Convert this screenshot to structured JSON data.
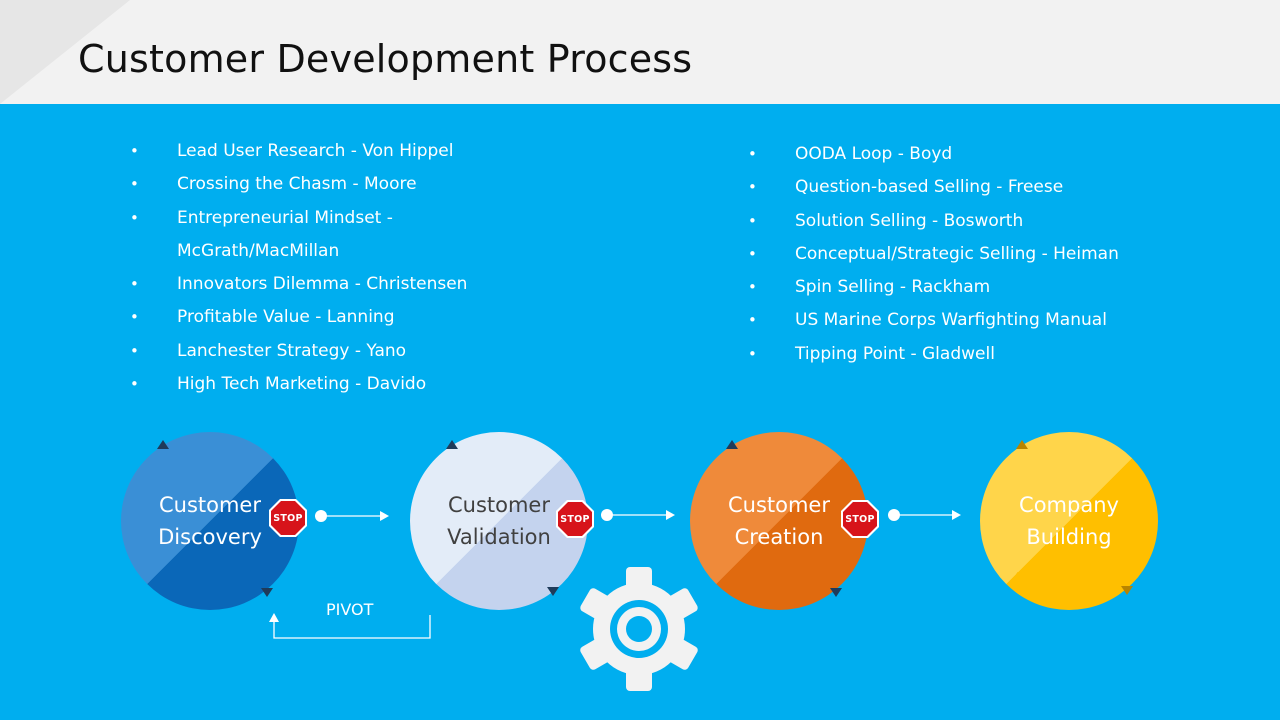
{
  "slide": {
    "title": "Customer Development Process"
  },
  "left_list": [
    {
      "line1": "Lead User Research - Von Hippel",
      "line2": ""
    },
    {
      "line1": "Crossing the Chasm - Moore",
      "line2": ""
    },
    {
      "line1": "Entrepreneurial Mindset -",
      "line2": "McGrath/MacMillan"
    },
    {
      "line1": "Innovators Dilemma - Christensen",
      "line2": ""
    },
    {
      "line1": "Profitable Value - Lanning",
      "line2": ""
    },
    {
      "line1": "Lanchester Strategy - Yano",
      "line2": ""
    },
    {
      "line1": "High Tech Marketing - Davido",
      "line2": ""
    }
  ],
  "right_list": [
    "OODA Loop - Boyd",
    "Question-based Selling - Freese",
    "Solution Selling - Bosworth",
    "Conceptual/Strategic Selling - Heiman",
    "Spin Selling - Rackham",
    "US Marine Corps Warfighting Manual",
    "Tipping Point - Gladwell"
  ],
  "stages": [
    {
      "line1": "Customer",
      "line2": "Discovery"
    },
    {
      "line1": "Customer",
      "line2": "Validation"
    },
    {
      "line1": "Customer",
      "line2": "Creation"
    },
    {
      "line1": "Company",
      "line2": "Building"
    }
  ],
  "stop_sign": {
    "label": "STOP",
    "color": "#d7141a"
  },
  "pivot": {
    "label": "PIVOT"
  },
  "colors": {
    "background": "#00aeef",
    "header": "#f2f2f2",
    "discovery": "#0a67b8",
    "validation": "#c4d3ee",
    "creation": "#e06a0f",
    "building": "#ffbf00"
  },
  "icons": {
    "gear": "gear-icon",
    "stop": "stop-sign-icon",
    "arrow": "arrow-right-icon"
  }
}
